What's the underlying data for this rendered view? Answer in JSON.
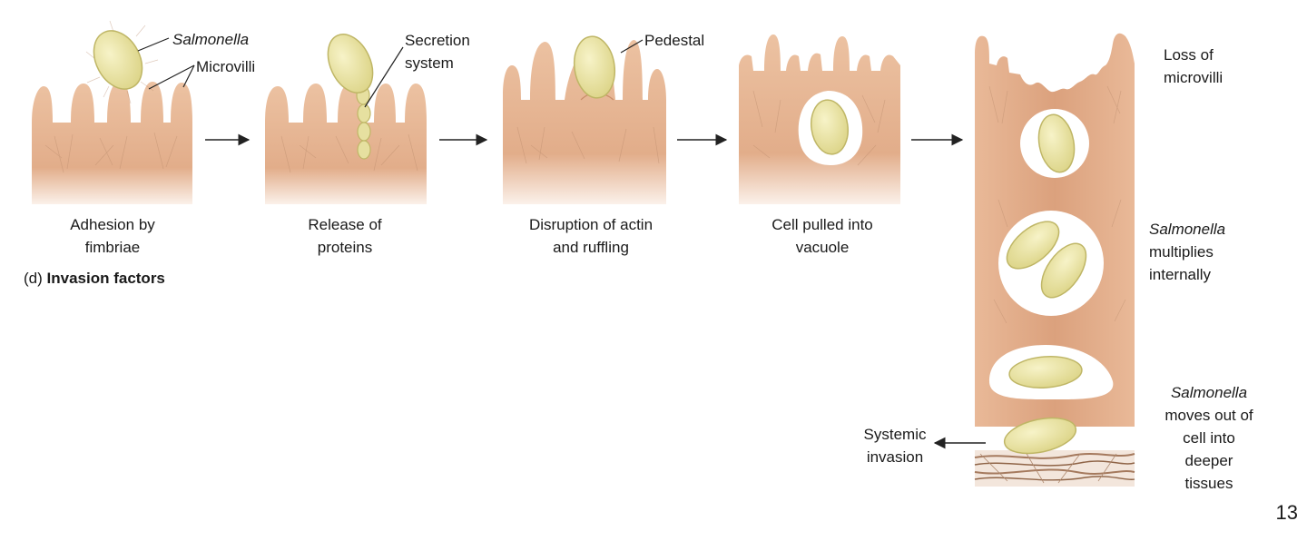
{
  "figure": {
    "panel_label": {
      "prefix": "(d)",
      "title": "Invasion factors"
    },
    "labels": {
      "salmonella": "Salmonella",
      "microvilli": "Microvilli",
      "secretion_line1": "Secretion",
      "secretion_line2": "system",
      "pedestal": "Pedestal",
      "loss_line1": "Loss of",
      "loss_line2": "microvilli",
      "multiplies_line1": "Salmonella",
      "multiplies_line2": "multiplies",
      "multiplies_line3": "internally",
      "moves_line1": "Salmonella",
      "moves_line2": "moves out of",
      "moves_line3": "cell into",
      "moves_line4": "deeper",
      "moves_line5": "tissues",
      "systemic_line1": "Systemic",
      "systemic_line2": "invasion"
    },
    "steps": [
      {
        "line1": "Adhesion by",
        "line2": "fimbriae"
      },
      {
        "line1": "Release of",
        "line2": "proteins"
      },
      {
        "line1": "Disruption of actin",
        "line2": "and ruffling"
      },
      {
        "line1": "Cell pulled into",
        "line2": "vacuole"
      }
    ],
    "page_number": "13",
    "colors": {
      "cell_tissue": "#e7b593",
      "cell_shade": "#d39774",
      "bacterium": "#e6e0a0",
      "bacterium_outline": "#bfb666",
      "vacuole": "#ffffff",
      "connective_tissue": "#a57a5e"
    }
  }
}
